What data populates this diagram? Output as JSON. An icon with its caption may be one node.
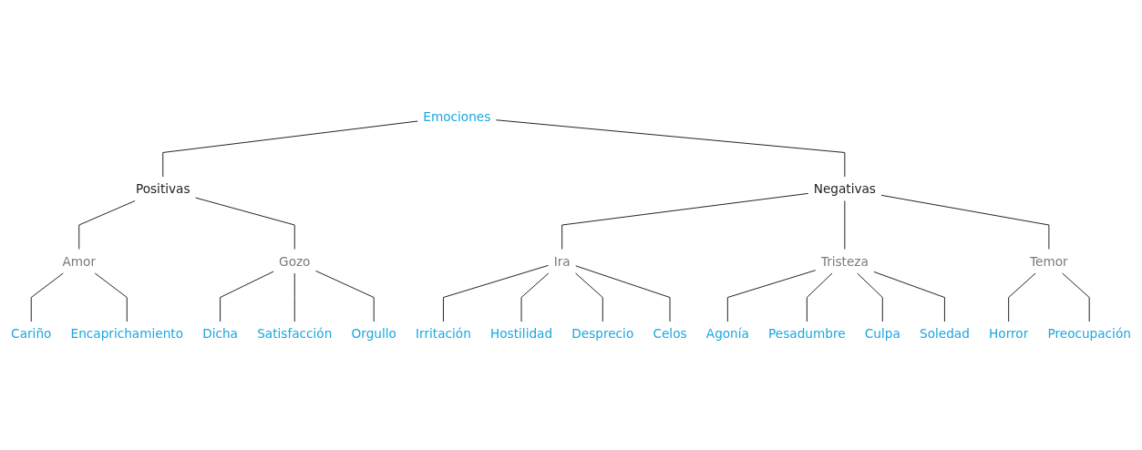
{
  "diagram": {
    "nodes": [
      {
        "text": [
          "Emociones"
        ]
      },
      {
        "text": [
          "Positivas"
        ]
      },
      {
        "text": [
          "Negativas"
        ]
      },
      {
        "text": [
          "Amor"
        ]
      },
      {
        "text": [
          "Gozo"
        ]
      },
      {
        "text": [
          "Ira"
        ]
      },
      {
        "text": [
          "Tristeza"
        ]
      },
      {
        "text": [
          "Temor"
        ]
      },
      {
        "text": [
          "Cariño"
        ]
      },
      {
        "text": [
          "Encaprichamiento"
        ]
      },
      {
        "text": [
          "Dicha"
        ]
      },
      {
        "text": [
          "Satisfacción"
        ]
      },
      {
        "text": [
          "Orgullo"
        ]
      },
      {
        "text": [
          "Irritación"
        ]
      },
      {
        "text": [
          "Hostilidad"
        ]
      },
      {
        "text": [
          "Desprecio"
        ]
      },
      {
        "text": [
          "Celos"
        ]
      },
      {
        "text": [
          "Agonía"
        ]
      },
      {
        "text": [
          "Pesadumbre"
        ]
      },
      {
        "text": [
          "Culpa"
        ]
      },
      {
        "text": [
          "Soledad"
        ]
      },
      {
        "text": [
          "Horror"
        ]
      },
      {
        "text": [
          "Preocupación"
        ]
      }
    ],
    "edges": [
      {
        "from": 0,
        "to": 1,
        "arrow": "none"
      },
      {
        "from": 0,
        "to": 2,
        "arrow": "none"
      },
      {
        "from": 1,
        "to": 3,
        "arrow": "none"
      },
      {
        "from": 1,
        "to": 4,
        "arrow": "none"
      },
      {
        "from": 2,
        "to": 5,
        "arrow": "none"
      },
      {
        "from": 2,
        "to": 6,
        "arrow": "none"
      },
      {
        "from": 2,
        "to": 7,
        "arrow": "none"
      },
      {
        "from": 3,
        "to": 8,
        "arrow": "none"
      },
      {
        "from": 3,
        "to": 9,
        "arrow": "none"
      },
      {
        "from": 4,
        "to": 10,
        "arrow": "none"
      },
      {
        "from": 4,
        "to": 11,
        "arrow": "none"
      },
      {
        "from": 4,
        "to": 12,
        "arrow": "none"
      },
      {
        "from": 5,
        "to": 13,
        "arrow": "none"
      },
      {
        "from": 5,
        "to": 14,
        "arrow": "none"
      },
      {
        "from": 5,
        "to": 15,
        "arrow": "none"
      },
      {
        "from": 5,
        "to": 16,
        "arrow": "none"
      },
      {
        "from": 6,
        "to": 17,
        "arrow": "none"
      },
      {
        "from": 6,
        "to": 18,
        "arrow": "none"
      },
      {
        "from": 6,
        "to": 19,
        "arrow": "none"
      },
      {
        "from": 6,
        "to": 20,
        "arrow": "none"
      },
      {
        "from": 7,
        "to": 21,
        "arrow": "none"
      },
      {
        "from": 7,
        "to": 22,
        "arrow": "none"
      }
    ]
  }
}
